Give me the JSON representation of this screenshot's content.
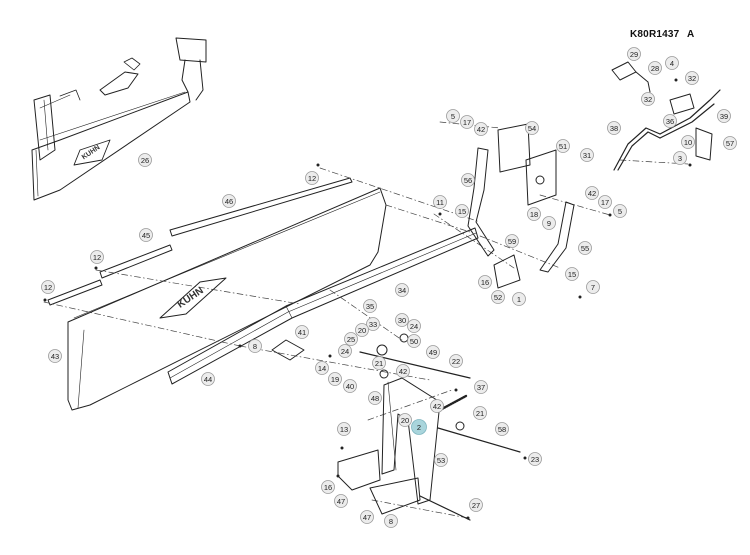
{
  "drawing": {
    "code": "K80R1437",
    "revision": "A"
  },
  "decals": {
    "logo_text": "KUHN"
  },
  "callouts": [
    {
      "id": "29",
      "label": "29"
    },
    {
      "id": "28",
      "label": "28"
    },
    {
      "id": "4",
      "label": "4"
    },
    {
      "id": "32a",
      "label": "32"
    },
    {
      "id": "32b",
      "label": "32"
    },
    {
      "id": "36",
      "label": "36"
    },
    {
      "id": "39",
      "label": "39"
    },
    {
      "id": "38",
      "label": "38"
    },
    {
      "id": "10",
      "label": "10"
    },
    {
      "id": "57",
      "label": "57"
    },
    {
      "id": "3",
      "label": "3"
    },
    {
      "id": "31",
      "label": "31"
    },
    {
      "id": "54",
      "label": "54"
    },
    {
      "id": "51",
      "label": "51"
    },
    {
      "id": "5a",
      "label": "5"
    },
    {
      "id": "17a",
      "label": "17"
    },
    {
      "id": "42a",
      "label": "42"
    },
    {
      "id": "56",
      "label": "56"
    },
    {
      "id": "18",
      "label": "18"
    },
    {
      "id": "9",
      "label": "9"
    },
    {
      "id": "42b",
      "label": "42"
    },
    {
      "id": "17b",
      "label": "17"
    },
    {
      "id": "5b",
      "label": "5"
    },
    {
      "id": "11",
      "label": "11"
    },
    {
      "id": "15a",
      "label": "15"
    },
    {
      "id": "59",
      "label": "59"
    },
    {
      "id": "55",
      "label": "55"
    },
    {
      "id": "16a",
      "label": "16"
    },
    {
      "id": "15b",
      "label": "15"
    },
    {
      "id": "52",
      "label": "52"
    },
    {
      "id": "1",
      "label": "1"
    },
    {
      "id": "7",
      "label": "7"
    },
    {
      "id": "26",
      "label": "26"
    },
    {
      "id": "12a",
      "label": "12"
    },
    {
      "id": "46",
      "label": "46"
    },
    {
      "id": "45",
      "label": "45"
    },
    {
      "id": "12b",
      "label": "12"
    },
    {
      "id": "12c",
      "label": "12"
    },
    {
      "id": "43",
      "label": "43"
    },
    {
      "id": "34",
      "label": "34"
    },
    {
      "id": "35",
      "label": "35"
    },
    {
      "id": "41",
      "label": "41"
    },
    {
      "id": "30",
      "label": "30"
    },
    {
      "id": "33",
      "label": "33"
    },
    {
      "id": "24a",
      "label": "24"
    },
    {
      "id": "20a",
      "label": "20"
    },
    {
      "id": "25",
      "label": "25"
    },
    {
      "id": "50",
      "label": "50"
    },
    {
      "id": "8a",
      "label": "8"
    },
    {
      "id": "24b",
      "label": "24"
    },
    {
      "id": "49",
      "label": "49"
    },
    {
      "id": "22",
      "label": "22"
    },
    {
      "id": "14",
      "label": "14"
    },
    {
      "id": "21a",
      "label": "21"
    },
    {
      "id": "42c",
      "label": "42"
    },
    {
      "id": "19",
      "label": "19"
    },
    {
      "id": "44",
      "label": "44"
    },
    {
      "id": "40",
      "label": "40"
    },
    {
      "id": "37",
      "label": "37"
    },
    {
      "id": "48",
      "label": "48"
    },
    {
      "id": "42d",
      "label": "42"
    },
    {
      "id": "20b",
      "label": "20"
    },
    {
      "id": "21b",
      "label": "21"
    },
    {
      "id": "2",
      "label": "2"
    },
    {
      "id": "58",
      "label": "58"
    },
    {
      "id": "13",
      "label": "13"
    },
    {
      "id": "53",
      "label": "53"
    },
    {
      "id": "23",
      "label": "23"
    },
    {
      "id": "16b",
      "label": "16"
    },
    {
      "id": "47a",
      "label": "47"
    },
    {
      "id": "27",
      "label": "27"
    },
    {
      "id": "47b",
      "label": "47"
    },
    {
      "id": "8b",
      "label": "8"
    }
  ],
  "highlighted_callout": "2"
}
